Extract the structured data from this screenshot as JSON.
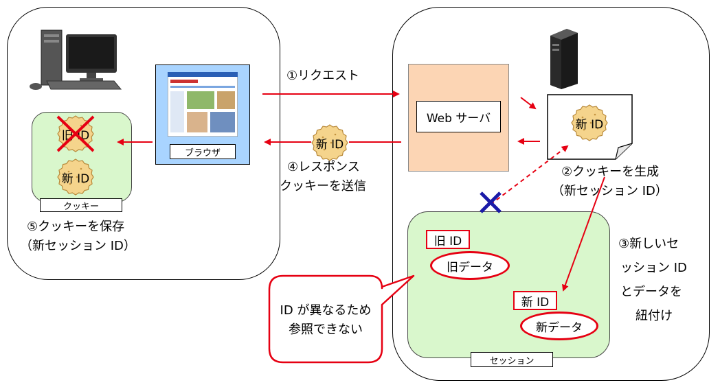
{
  "browser_label": "ブラウザ",
  "cookie_store_label": "クッキー",
  "server_label": "Web サーバ",
  "session_label": "セッション",
  "old_id": "旧 ID",
  "new_id": "新 ID",
  "old_data": "旧データ",
  "new_data": "新データ",
  "step1": "①リクエスト",
  "step2": [
    "②クッキーを生成",
    "（新セッション ID）"
  ],
  "step3": [
    "③新しいセ",
    "ッション ID",
    "とデータを",
    "紐付け"
  ],
  "step4": [
    "④レスポンス",
    "クッキーを送信"
  ],
  "step5": [
    "⑤クッキーを保存",
    "（新セッション ID）"
  ],
  "callout": [
    "ID が異なるため",
    "参照できない"
  ],
  "colors": {
    "red": "#e60012",
    "green_fill": "#d9f7cc",
    "browser_fill": "#a9d4ff",
    "server_fill": "#fcd5b4",
    "cookie_fill": "#f5d48c",
    "x_mark": "#1a1aa8"
  }
}
